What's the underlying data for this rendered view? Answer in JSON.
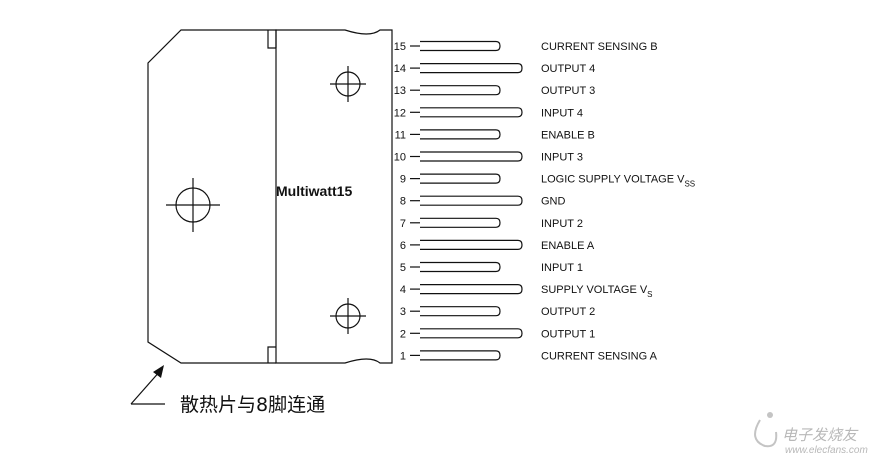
{
  "package": {
    "name": "Multiwatt15"
  },
  "annotation": {
    "text": "散热片与8脚连通"
  },
  "pins": [
    {
      "num": "15",
      "label": "CURRENT SENSING B",
      "sub": ""
    },
    {
      "num": "14",
      "label": "OUTPUT 4",
      "sub": ""
    },
    {
      "num": "13",
      "label": "OUTPUT 3",
      "sub": ""
    },
    {
      "num": "12",
      "label": "INPUT 4",
      "sub": ""
    },
    {
      "num": "11",
      "label": "ENABLE B",
      "sub": ""
    },
    {
      "num": "10",
      "label": "INPUT 3",
      "sub": ""
    },
    {
      "num": "9",
      "label": "LOGIC SUPPLY VOLTAGE V",
      "sub": "SS"
    },
    {
      "num": "8",
      "label": "GND",
      "sub": ""
    },
    {
      "num": "7",
      "label": "INPUT 2",
      "sub": ""
    },
    {
      "num": "6",
      "label": "ENABLE A",
      "sub": ""
    },
    {
      "num": "5",
      "label": "INPUT 1",
      "sub": ""
    },
    {
      "num": "4",
      "label": "SUPPLY VOLTAGE V",
      "sub": "S"
    },
    {
      "num": "3",
      "label": "OUTPUT 2",
      "sub": ""
    },
    {
      "num": "2",
      "label": "OUTPUT 1",
      "sub": ""
    },
    {
      "num": "1",
      "label": "CURRENT SENSING A",
      "sub": ""
    }
  ],
  "watermark": {
    "brand": "电子发烧友",
    "url": "www.elecfans.com"
  }
}
